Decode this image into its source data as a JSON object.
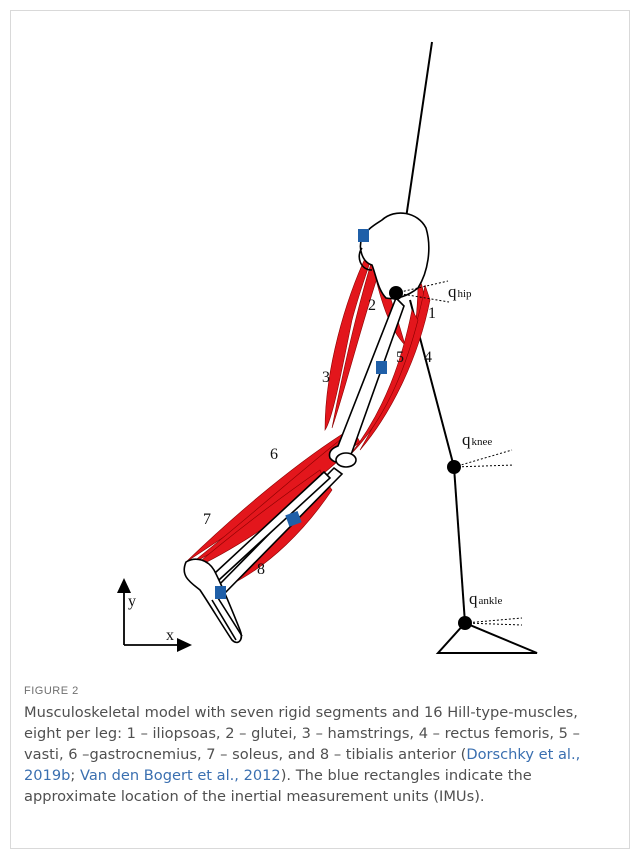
{
  "figure": {
    "label": "FIGURE 2",
    "muscle_numbers": [
      "1",
      "2",
      "3",
      "4",
      "5",
      "6",
      "7",
      "8"
    ],
    "joint_labels": {
      "hip": {
        "base": "q",
        "sub": "hip"
      },
      "knee": {
        "base": "q",
        "sub": "knee"
      },
      "ankle": {
        "base": "q",
        "sub": "ankle"
      }
    },
    "axes": {
      "x": "x",
      "y": "y"
    },
    "colors": {
      "muscle": "#e3161c",
      "imu": "#1f5fa8",
      "segment": "#000000"
    }
  },
  "caption": {
    "text_1": "Musculoskeletal model with seven rigid segments and 16 Hill-type-muscles, eight per leg: 1 – iliopsoas, 2 – glutei, 3 – hamstrings, 4 – rectus femoris, 5 – vasti, 6 –gastrocnemius, 7 – soleus, and 8 – tibialis anterior (",
    "ref_1": "Dorschky et al., 2019b",
    "sep": "; ",
    "ref_2": "Van den Bogert et al., 2012",
    "text_2": "). The blue rectangles indicate the approximate location of the inertial measurement units (IMUs)."
  }
}
